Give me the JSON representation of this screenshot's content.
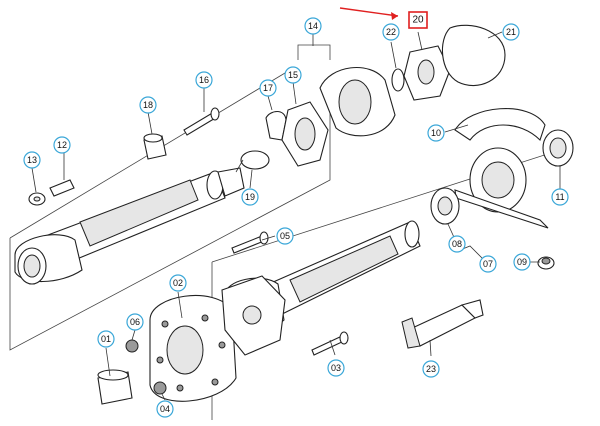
{
  "diagram": {
    "highlight_color": "#e02020",
    "tag_color": "#3aa7d8",
    "highlighted_part": "20",
    "callouts": [
      "01",
      "02",
      "03",
      "04",
      "05",
      "06",
      "07",
      "08",
      "09",
      "10",
      "11",
      "12",
      "13",
      "15",
      "16",
      "17",
      "18",
      "19",
      "20",
      "21",
      "22",
      "23",
      "14"
    ]
  }
}
